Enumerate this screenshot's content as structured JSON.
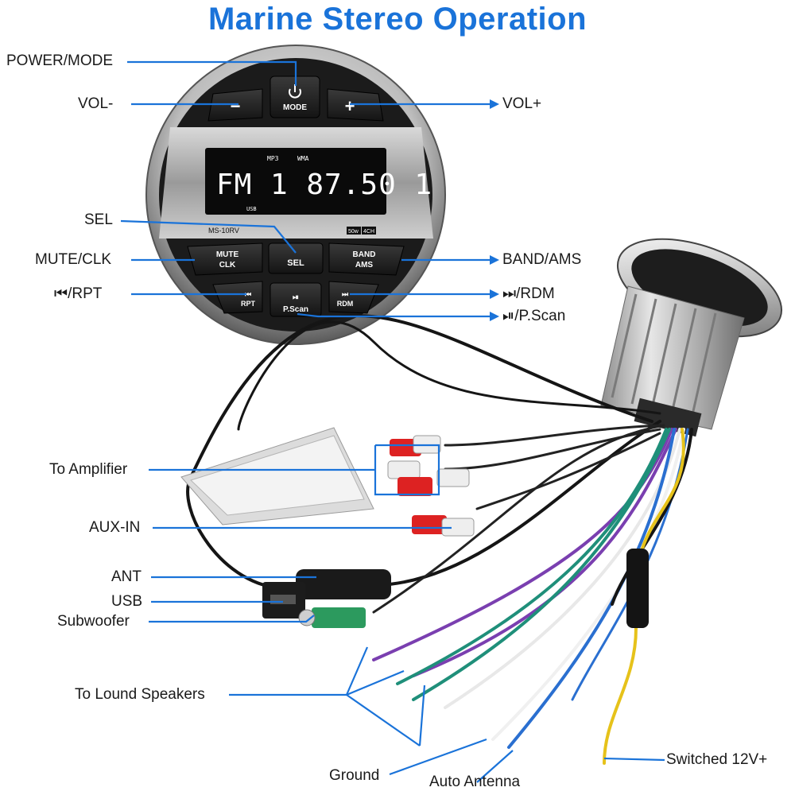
{
  "title": "Marine Stereo Operation",
  "colors": {
    "accent": "#1a73d9",
    "leader": "#1a73d9"
  },
  "stereo": {
    "model": "MS-10RV",
    "power_badge": "50w",
    "channel_badge": "4CH",
    "display": {
      "main": "FM 1  87.50 1",
      "indicator_mp3": "MP3",
      "indicator_wma": "WMA",
      "indicator_usb": "USB"
    },
    "buttons": {
      "mode": "MODE",
      "vol_down": "−",
      "vol_up": "+",
      "mute_line1": "MUTE",
      "mute_line2": "CLK",
      "sel": "SEL",
      "band_line1": "BAND",
      "band_line2": "AMS",
      "rpt_icon": "⏮",
      "rpt": "RPT",
      "pscan_icon": "⏯",
      "pscan": "P.Scan",
      "rdm_icon": "⏭",
      "rdm": "RDM"
    }
  },
  "labels": {
    "power_mode": "POWER/MODE",
    "vol_minus": "VOL-",
    "vol_plus": "VOL+",
    "sel": "SEL",
    "mute_clk": "MUTE/CLK",
    "band_ams": "BAND/AMS",
    "rpt": "⏮/RPT",
    "rdm": "⏭/RDM",
    "pscan": "⏯/P.Scan",
    "to_amplifier": "To Amplifier",
    "aux_in": "AUX-IN",
    "ant": "ANT",
    "usb": "USB",
    "subwoofer": "Subwoofer",
    "to_loud_speakers": "To Lound Speakers",
    "ground": "Ground",
    "auto_antenna": "Auto Antenna",
    "switched_12v": "Switched 12V+"
  }
}
